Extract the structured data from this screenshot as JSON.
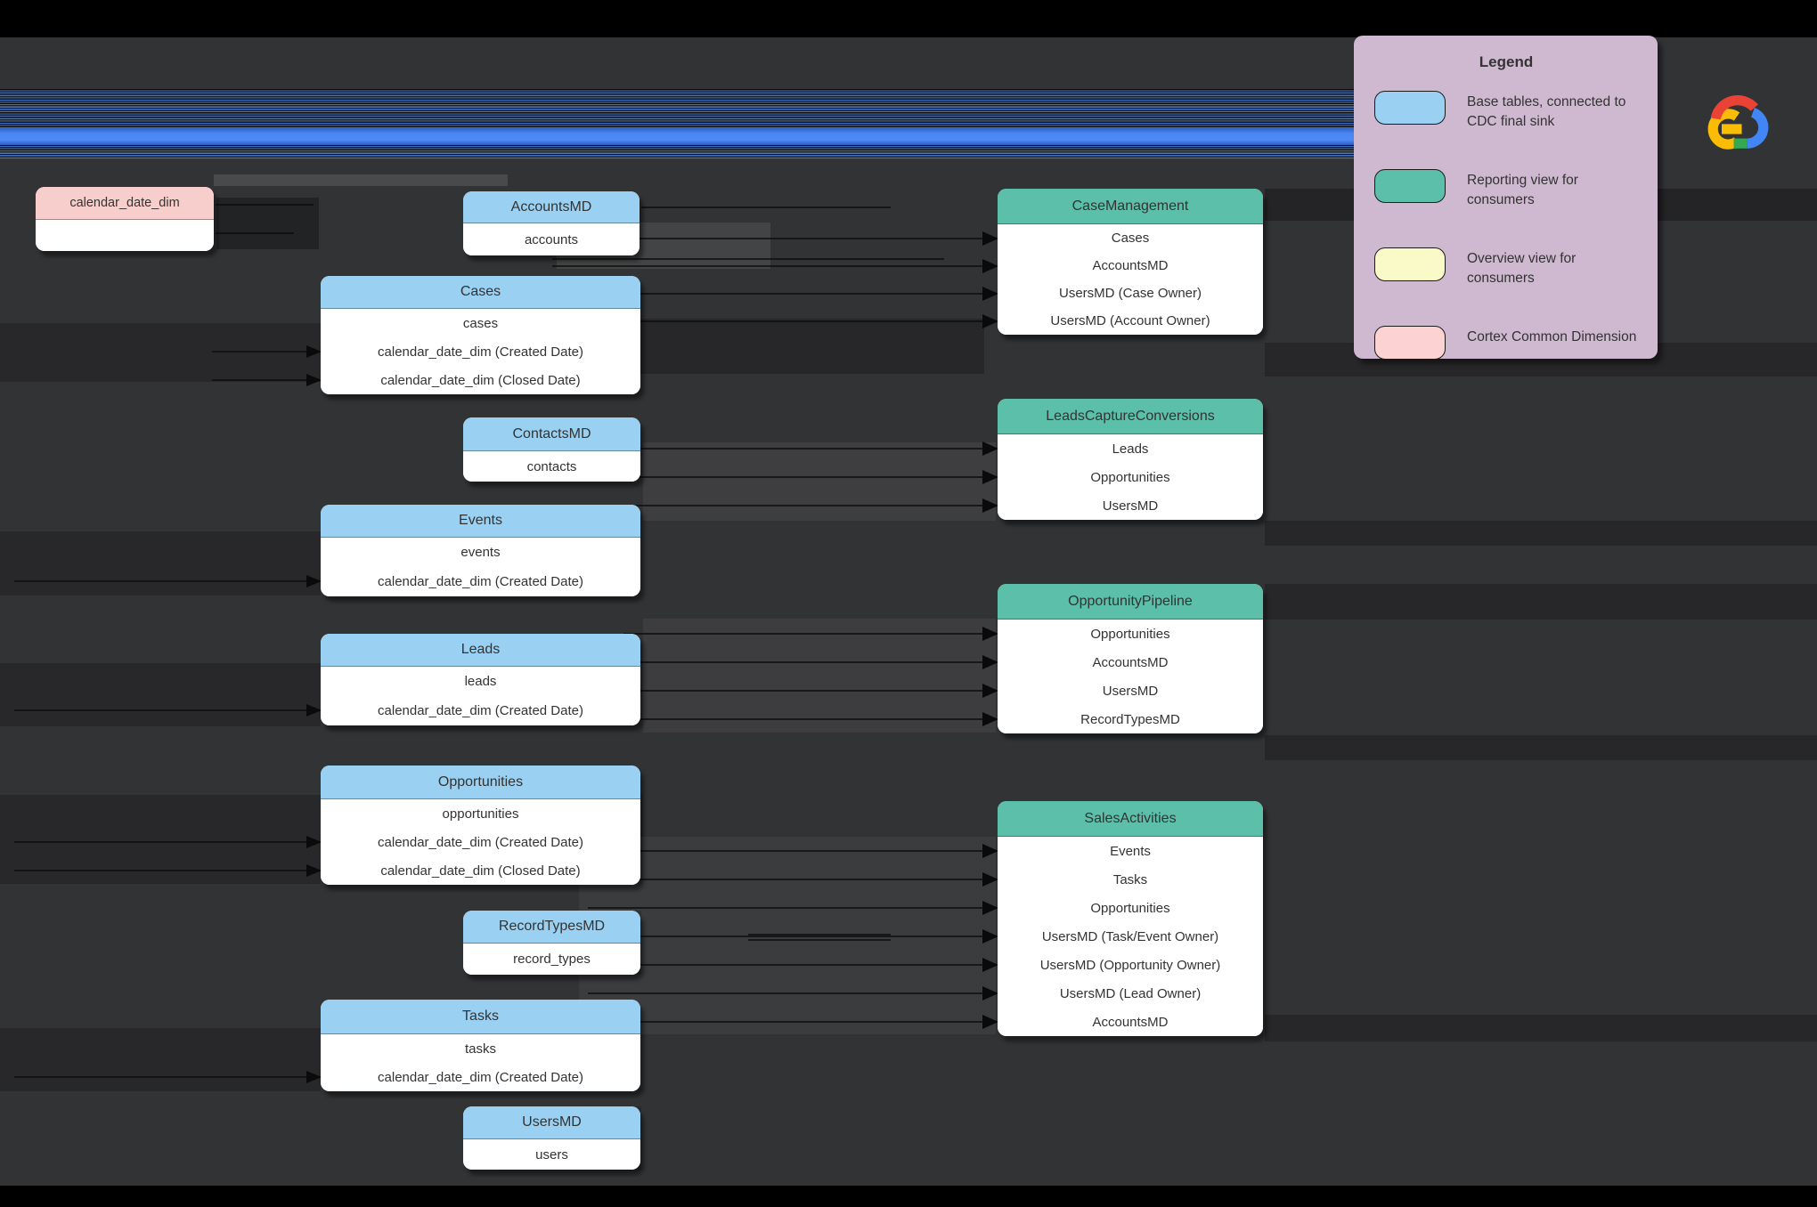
{
  "legend": {
    "title": "Legend",
    "items": [
      {
        "swatch": "base-table-blue",
        "color": "#9ad1f2",
        "label": "Base tables, connected to CDC final sink"
      },
      {
        "swatch": "reporting-teal",
        "color": "#5bbfaa",
        "label": "Reporting view for consumers"
      },
      {
        "swatch": "overview-yellow",
        "color": "#faf9c8",
        "label": "Overview view for consumers"
      },
      {
        "swatch": "dimension-pink",
        "color": "#f8cecc",
        "label": "Cortex Common Dimension"
      }
    ]
  },
  "logo": {
    "name": "Google Cloud"
  },
  "colors": {
    "background": "#323335",
    "base_table_header": "#9ad1f2",
    "reporting_view_header": "#5bbfaa",
    "common_dimension_header": "#f8cecc",
    "legend_background": "#cfb9d0",
    "ribbon_blue": "#4a86f2"
  },
  "tables": {
    "calendar_date_dim": {
      "title": "calendar_date_dim",
      "rows": []
    },
    "accounts_md": {
      "title": "AccountsMD",
      "rows": [
        "accounts"
      ]
    },
    "cases": {
      "title": "Cases",
      "rows": [
        "cases",
        "calendar_date_dim (Created Date)",
        "calendar_date_dim (Closed Date)"
      ]
    },
    "contacts_md": {
      "title": "ContactsMD",
      "rows": [
        "contacts"
      ]
    },
    "events": {
      "title": "Events",
      "rows": [
        "events",
        "calendar_date_dim (Created Date)"
      ]
    },
    "leads": {
      "title": "Leads",
      "rows": [
        "leads",
        "calendar_date_dim (Created Date)"
      ]
    },
    "opportunities": {
      "title": "Opportunities",
      "rows": [
        "opportunities",
        "calendar_date_dim (Created Date)",
        "calendar_date_dim (Closed Date)"
      ]
    },
    "record_types_md": {
      "title": "RecordTypesMD",
      "rows": [
        "record_types"
      ]
    },
    "tasks": {
      "title": "Tasks",
      "rows": [
        "tasks",
        "calendar_date_dim (Created Date)"
      ]
    },
    "users_md": {
      "title": "UsersMD",
      "rows": [
        "users"
      ]
    },
    "case_management": {
      "title": "CaseManagement",
      "rows": [
        "Cases",
        "AccountsMD",
        "UsersMD (Case Owner)",
        "UsersMD (Account Owner)"
      ]
    },
    "leads_capture_conversions": {
      "title": "LeadsCaptureConversions",
      "rows": [
        "Leads",
        "Opportunities",
        "UsersMD"
      ]
    },
    "opportunity_pipeline": {
      "title": "OpportunityPipeline",
      "rows": [
        "Opportunities",
        "AccountsMD",
        "UsersMD",
        "RecordTypesMD"
      ]
    },
    "sales_activities": {
      "title": "SalesActivities",
      "rows": [
        "Events",
        "Tasks",
        "Opportunities",
        "UsersMD (Task/Event Owner)",
        "UsersMD (Opportunity Owner)",
        "UsersMD (Lead Owner)",
        "AccountsMD"
      ]
    }
  }
}
